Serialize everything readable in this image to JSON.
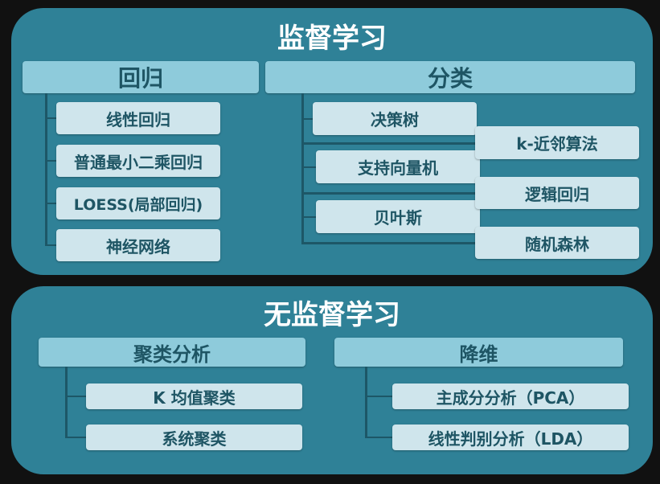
{
  "supervised": {
    "title": "监督学习",
    "regression": {
      "title": "回归",
      "items": [
        "线性回归",
        "普通最小二乘回归",
        "LOESS(局部回归)",
        "神经网络"
      ]
    },
    "classification": {
      "title": "分类",
      "items": [
        "决策树",
        "k-近邻算法",
        "支持向量机",
        "逻辑回归",
        "贝叶斯",
        "随机森林"
      ]
    }
  },
  "unsupervised": {
    "title": "无监督学习",
    "clustering": {
      "title": "聚类分析",
      "items": [
        "K 均值聚类",
        "系统聚类"
      ]
    },
    "reduction": {
      "title": "降维",
      "items": [
        "主成分分析（PCA）",
        "线性判别分析（LDA）"
      ]
    }
  }
}
